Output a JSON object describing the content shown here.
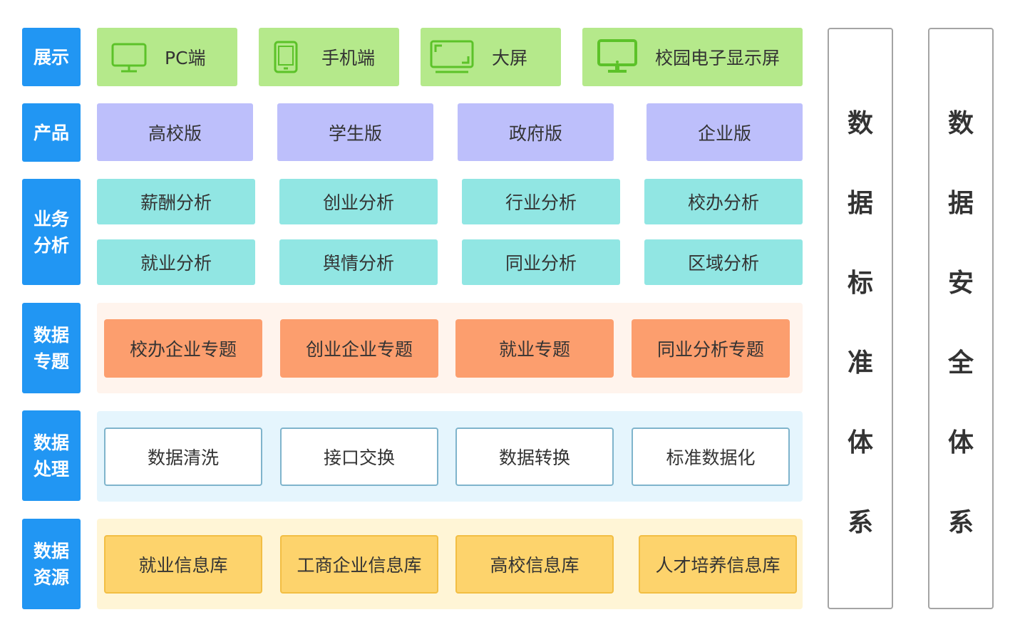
{
  "colors": {
    "label_blue": "#2196f3",
    "display_green": "#b5e98b",
    "product_purple": "#bdbffb",
    "analysis_teal": "#91e6e3",
    "topic_orange": "#fc9e6e",
    "topic_panel": "#fff4ed",
    "process_panel": "#e5f5fd",
    "resource_panel": "#fff5d6",
    "resource_yellow": "#fdd36c",
    "icon_green": "#5cc229"
  },
  "rows": {
    "display": "展示",
    "product": "产品",
    "analysis": "业务\n分析",
    "topics": "数据\n专题",
    "processing": "数据\n处理",
    "resources": "数据\n资源"
  },
  "display_items": [
    {
      "label": "PC端",
      "icon": "monitor-icon"
    },
    {
      "label": "手机端",
      "icon": "phone-icon"
    },
    {
      "label": "大屏",
      "icon": "big-screen-icon"
    },
    {
      "label": "校园电子显示屏",
      "icon": "campus-display-icon"
    }
  ],
  "products": [
    "高校版",
    "学生版",
    "政府版",
    "企业版"
  ],
  "analysis": [
    "薪酬分析",
    "创业分析",
    "行业分析",
    "校办分析",
    "就业分析",
    "舆情分析",
    "同业分析",
    "区域分析"
  ],
  "topics": [
    "校办企业专题",
    "创业企业专题",
    "就业专题",
    "同业分析专题"
  ],
  "processing": [
    "数据清洗",
    "接口交换",
    "数据转换",
    "标准数据化"
  ],
  "resources": [
    "就业信息库",
    "工商企业信息库",
    "高校信息库",
    "人才培养信息库"
  ],
  "standards": [
    "数",
    "据",
    "标",
    "准",
    "体",
    "系"
  ],
  "security": [
    "数",
    "据",
    "安",
    "全",
    "体",
    "系"
  ]
}
